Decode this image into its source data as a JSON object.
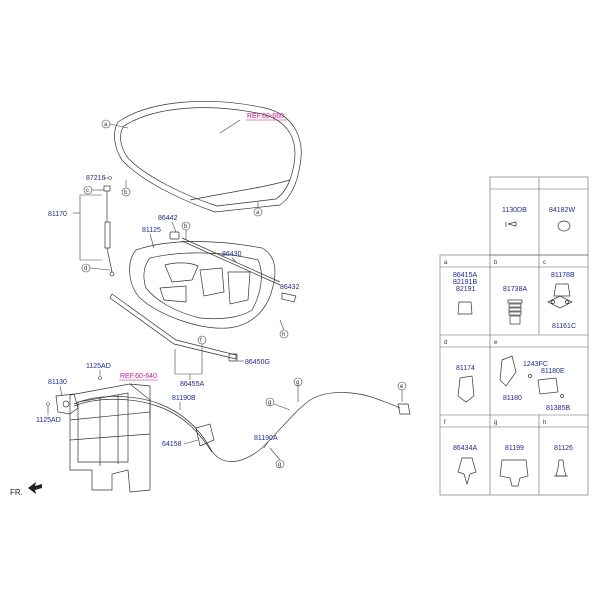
{
  "refs": {
    "hood": "REF.60-660",
    "front": "REF.60-640"
  },
  "fr_label": "FR.",
  "callouts": {
    "a": "a",
    "b": "b",
    "c": "c",
    "d": "d",
    "e": "e",
    "f": "f",
    "g": "g",
    "h": "h"
  },
  "parts": {
    "p87216": "87216",
    "p81170": "81170",
    "p86442": "86442",
    "p81125": "81125",
    "p86430": "86430",
    "p86432": "86432",
    "p86450G": "86450G",
    "p86455A": "86455A",
    "p1125AD_top": "1125AD",
    "p81130": "81130",
    "p1125AD_bottom": "1125AD",
    "p81190B": "81190B",
    "p64158": "64158",
    "p81190A": "81190A"
  },
  "table": {
    "top": [
      "1130DB",
      "84182W"
    ],
    "a": [
      "86415A",
      "82191B",
      "82191"
    ],
    "b": [
      "81738A"
    ],
    "c_top": "81178B",
    "c_bottom": "81161C",
    "d": "81174",
    "e_1243": "1243FC",
    "e_81180E": "81180E",
    "e_81180": "81180",
    "e_81385B": "81385B",
    "f": "86434A",
    "g": "81199",
    "h": "81126"
  }
}
